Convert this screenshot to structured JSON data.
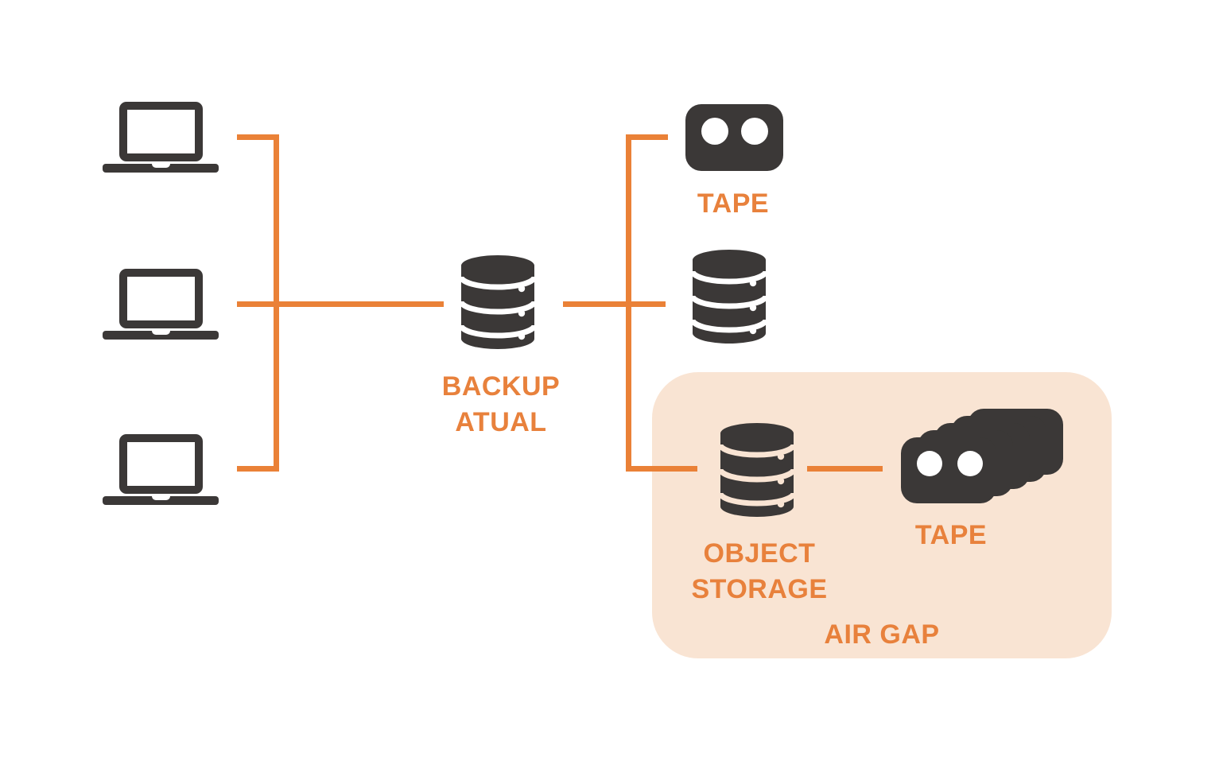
{
  "diagram": {
    "colors": {
      "accent_orange": "#EA8137",
      "text_orange": "#E8813C",
      "icon_dark": "#3B3837",
      "airgap_background": "#F9E4D3",
      "canvas_background": "#FFFFFF"
    },
    "labels": {
      "backup_line1": "BACKUP",
      "backup_line2": "ATUAL",
      "tape_primary": "TAPE",
      "object_storage_line1": "OBJECT",
      "object_storage_line2": "STORAGE",
      "tape_airgap": "TAPE",
      "airgap": "AIR GAP"
    },
    "nodes": [
      {
        "id": "client-1",
        "icon": "laptop-icon",
        "label": ""
      },
      {
        "id": "client-2",
        "icon": "laptop-icon",
        "label": ""
      },
      {
        "id": "client-3",
        "icon": "laptop-icon",
        "label": ""
      },
      {
        "id": "backup-server",
        "icon": "database-icon",
        "label": "BACKUP ATUAL"
      },
      {
        "id": "tape-primary",
        "icon": "tape-cartridge-icon",
        "label": "TAPE"
      },
      {
        "id": "disk-replica",
        "icon": "database-icon",
        "label": ""
      },
      {
        "id": "object-storage",
        "icon": "database-icon",
        "label": "OBJECT STORAGE",
        "zone": "air-gap"
      },
      {
        "id": "tape-airgap",
        "icon": "tape-stack-icon",
        "label": "TAPE",
        "zone": "air-gap"
      }
    ],
    "zones": [
      {
        "id": "air-gap",
        "label": "AIR GAP"
      }
    ],
    "edges": [
      {
        "from": "client-1",
        "to": "backup-server"
      },
      {
        "from": "client-2",
        "to": "backup-server"
      },
      {
        "from": "client-3",
        "to": "backup-server"
      },
      {
        "from": "backup-server",
        "to": "tape-primary"
      },
      {
        "from": "backup-server",
        "to": "disk-replica"
      },
      {
        "from": "backup-server",
        "to": "object-storage"
      },
      {
        "from": "object-storage",
        "to": "tape-airgap"
      }
    ]
  }
}
